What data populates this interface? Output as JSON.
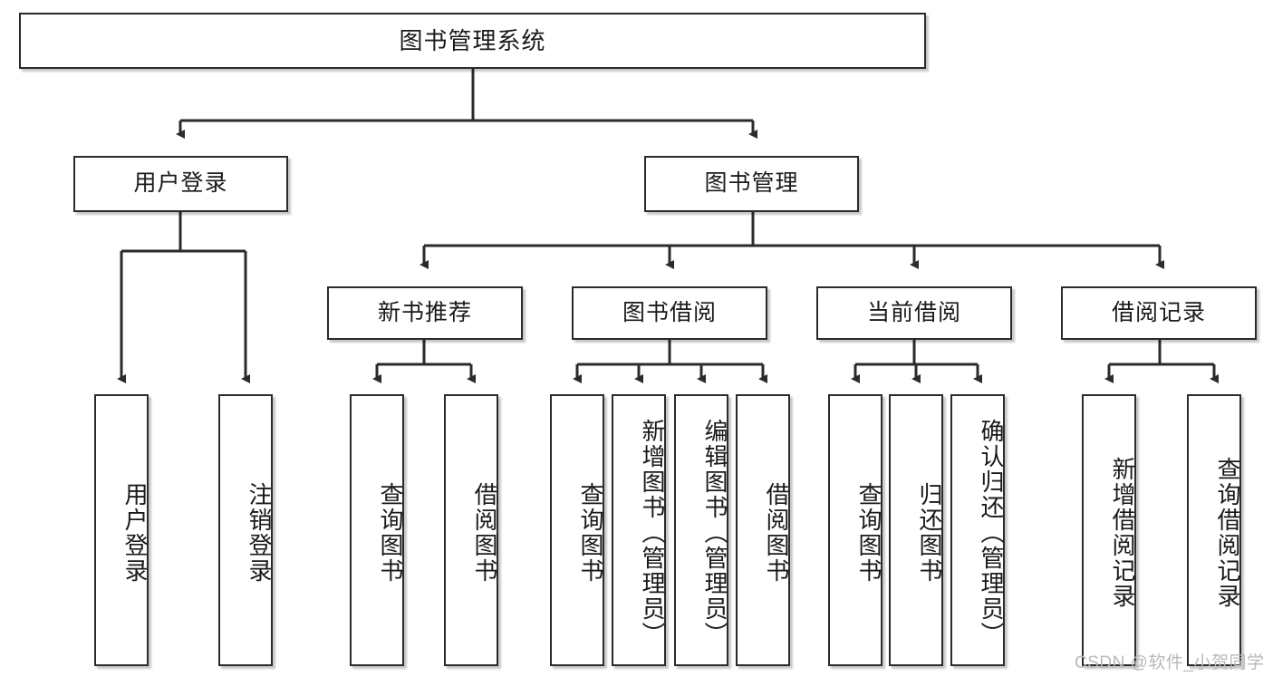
{
  "diagram": {
    "title": "图书管理系统",
    "type": "hierarchy-tree",
    "edge_color": "#2b2b2b",
    "box_border_color": "#2b2b2b",
    "box_fill_color": "#ffffff",
    "text_color": "#1a1a1a",
    "levels": [
      {
        "level": 1,
        "nodes": [
          {
            "id": "root",
            "label": "图书管理系统",
            "orientation": "horizontal"
          }
        ]
      },
      {
        "level": 2,
        "nodes": [
          {
            "id": "login",
            "label": "用户登录",
            "orientation": "horizontal",
            "parent": "root"
          },
          {
            "id": "bookmgmt",
            "label": "图书管理",
            "orientation": "horizontal",
            "parent": "root"
          }
        ]
      },
      {
        "level": 3,
        "nodes": [
          {
            "id": "newbook",
            "label": "新书推荐",
            "orientation": "horizontal",
            "parent": "bookmgmt"
          },
          {
            "id": "borrow",
            "label": "图书借阅",
            "orientation": "horizontal",
            "parent": "bookmgmt"
          },
          {
            "id": "current",
            "label": "当前借阅",
            "orientation": "horizontal",
            "parent": "bookmgmt"
          },
          {
            "id": "records",
            "label": "借阅记录",
            "orientation": "horizontal",
            "parent": "bookmgmt"
          }
        ]
      },
      {
        "level": 4,
        "nodes": [
          {
            "id": "leaf-user-login",
            "label": "用户登录",
            "orientation": "vertical",
            "parent": "login"
          },
          {
            "id": "leaf-user-logout",
            "label": "注销登录",
            "orientation": "vertical",
            "parent": "login"
          },
          {
            "id": "leaf-query-book-1",
            "label": "查询图书",
            "orientation": "vertical",
            "parent": "newbook"
          },
          {
            "id": "leaf-borrow-book-1",
            "label": "借阅图书",
            "orientation": "vertical",
            "parent": "newbook"
          },
          {
            "id": "leaf-query-book-2",
            "label": "查询图书",
            "orientation": "vertical",
            "parent": "borrow"
          },
          {
            "id": "leaf-add-book",
            "label": "新增图书（管理员）",
            "orientation": "vertical",
            "parent": "borrow"
          },
          {
            "id": "leaf-edit-book",
            "label": "编辑图书（管理员）",
            "orientation": "vertical",
            "parent": "borrow"
          },
          {
            "id": "leaf-borrow-book-2",
            "label": "借阅图书",
            "orientation": "vertical",
            "parent": "borrow"
          },
          {
            "id": "leaf-query-book-3",
            "label": "查询图书",
            "orientation": "vertical",
            "parent": "current"
          },
          {
            "id": "leaf-return-book",
            "label": "归还图书",
            "orientation": "vertical",
            "parent": "current"
          },
          {
            "id": "leaf-confirm-return",
            "label": "确认归还（管理员）",
            "orientation": "vertical",
            "parent": "current"
          },
          {
            "id": "leaf-add-record",
            "label": "新增借阅记录",
            "orientation": "vertical",
            "parent": "records"
          },
          {
            "id": "leaf-query-record",
            "label": "查询借阅记录",
            "orientation": "vertical",
            "parent": "records"
          }
        ]
      }
    ]
  },
  "watermark": {
    "text": "CSDN @软件_小贺同学",
    "color": "#b9b9b9"
  }
}
